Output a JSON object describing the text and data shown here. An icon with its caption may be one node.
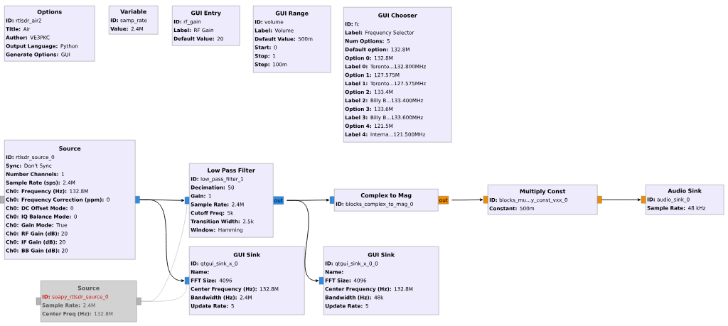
{
  "diagram": {
    "nodes": [
      {
        "text": [
          "Options",
          "**ID:** rtlsdr_air2",
          "**Title:** Air",
          "**Author:** VE3PKC",
          "**Output Language:** Python",
          "**Generate Options:** GUI"
        ]
      },
      {
        "text": [
          "Variable",
          "**ID:** samp_rate",
          "**Value:** 2.4M"
        ]
      },
      {
        "text": [
          "GUI Entry",
          "**ID:** rf_gain",
          "**Label:** RF Gain",
          "**Default Value:** 20"
        ]
      },
      {
        "text": [
          "GUI Range",
          "**ID:** volume",
          "**Label:** Volume",
          "**Default Value:** 500m",
          "**Start:** 0",
          "**Stop:** 1",
          "**Step:** 100m"
        ]
      },
      {
        "text": [
          "GUI Chooser",
          "**ID:** fc",
          "**Label:** Frequency Selector",
          "**Num Options:** 5",
          "**Default option:** 132.8M",
          "**Option 0:** 132.8M",
          "**Label 0:** Toronto...132.800MHz",
          "**Option 1:** 127.575M",
          "**Label 1:** Toronto...127.575MHz",
          "**Option 2:** 133.4M",
          "**Label 2:** Billy B...133.400MHz",
          "**Option 3:** 133.6M",
          "**Label 3:** Billy B...133.600MHz",
          "**Option 4:** 121.5M",
          "**Label 4:** Interna...121.500MHz"
        ]
      },
      {
        "text": [
          "Source",
          "**ID:** rtlsdr_source_0",
          "**Sync:** Don't Sync",
          "**Number Channels:** 1",
          "**Sample Rate (sps):** 2.4M",
          "**Ch0: Frequency (Hz):** 132.8M",
          "**Ch0: Frequency Correction (ppm):** 0",
          "**Ch0: DC Offset Mode:** 0",
          "**Ch0: IQ Balance Mode:** 0",
          "**Ch0: Gain Mode:** True",
          "**Ch0: RF Gain (dB):** 20",
          "**Ch0: IF Gain (dB):** 20",
          "**Ch0: BB Gain (dB):** 20"
        ]
      },
      {
        "text": [
          "Low Pass Filter",
          "**ID:** low_pass_filter_1",
          "**Decimation:** 50",
          "**Gain:** 1",
          "**Sample Rate:** 2.4M",
          "**Cutoff Freq:** 5k",
          "**Transition Width:** 2.5k",
          "**Window:** Hamming"
        ],
        "beside": [
          "out"
        ]
      },
      {
        "text": [
          "Complex to Mag",
          "**ID:** blocks_complex_to_mag_0"
        ],
        "beside": [
          "out"
        ]
      },
      {
        "text": [
          "Multiply Const",
          "**ID:** blocks_mu...y_const_vxx_0",
          "**Constant:** 500m"
        ]
      },
      {
        "text": [
          "Audio Sink",
          "**ID:** audio_sink_0",
          "**Sample Rate:** 48 kHz"
        ]
      },
      {
        "text": [
          "GUI Sink",
          "**ID:** qtgui_sink_x_0",
          "**Name:**",
          "**FFT Size:** 4096",
          "**Center Frequency (Hz):** 132.8M",
          "**Bandwidth (Hz):** 2.4M",
          "**Update Rate:** 5"
        ]
      },
      {
        "text": [
          "GUI Sink",
          "**ID:** qtgui_sink_x_0_0",
          "**Name:**",
          "**FFT Size:** 4096",
          "**Center Frequency (Hz):** 132.8M",
          "**Bandwidth (Hz):** 48k",
          "**Update Rate:** 5"
        ]
      },
      {
        "text": [
          "Source",
          "**ID:** soapy_rtlsdr_source_0",
          "**Sample Rate:** 2.4M",
          "**Center Freq (Hz):** 132.8M"
        ]
      }
    ],
    "edges": [
      {
        "from": 5,
        "to": 6,
        "arrow": "to"
      },
      {
        "from": 5,
        "to": 10,
        "arrow": "to"
      },
      {
        "from": 12,
        "to": 6,
        "arrow": "none",
        "color": "#bbbbbb"
      },
      {
        "from": 12,
        "to": 10,
        "arrow": "none",
        "color": "#bbbbbb"
      },
      {
        "from": 6,
        "to": 7,
        "arrow": "to"
      },
      {
        "from": 6,
        "to": 11,
        "arrow": "to"
      },
      {
        "from": 7,
        "to": 8,
        "arrow": "to"
      },
      {
        "from": 8,
        "to": 9,
        "arrow": "to"
      }
    ]
  }
}
